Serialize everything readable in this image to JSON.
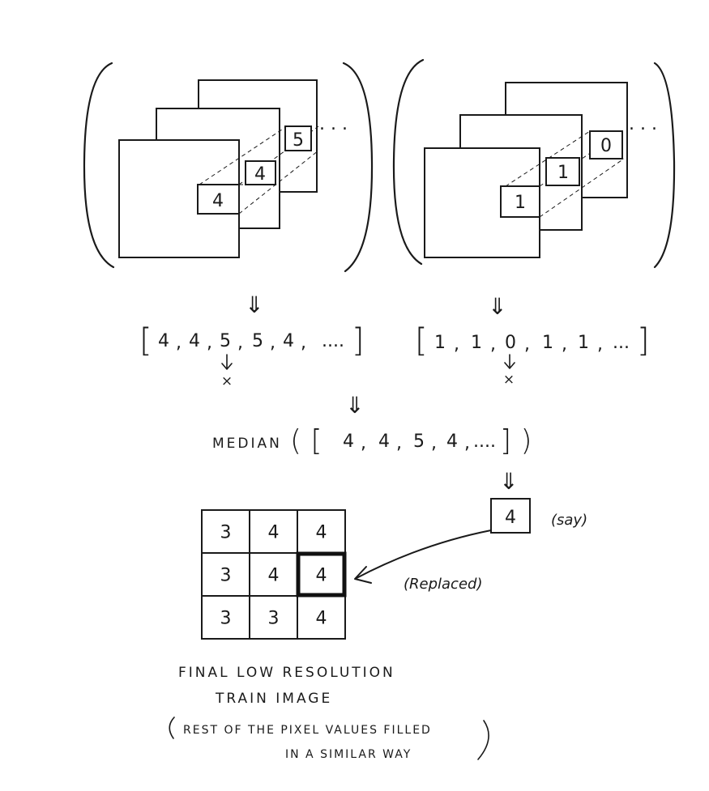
{
  "left_stack": {
    "front_value": "4",
    "middle_value": "4",
    "back_value": "5",
    "continuation": ". . ."
  },
  "right_stack": {
    "front_value": "1",
    "middle_value": "1",
    "back_value": "0",
    "continuation": ". . ."
  },
  "arrow_symbol": "⇓",
  "left_list": {
    "open": "[",
    "items": [
      "4",
      "4",
      "5",
      "5",
      "4"
    ],
    "tail": "....",
    "close": "]"
  },
  "right_list": {
    "open": "[",
    "items": [
      "1",
      "1",
      "0",
      "1",
      "1"
    ],
    "tail": "...",
    "close": "]"
  },
  "excluded_mark": "×",
  "median": {
    "label": "MEDIAN",
    "open": "( [",
    "items": [
      "4",
      "4",
      "5",
      "4"
    ],
    "tail": "....",
    "close": "] )"
  },
  "result": {
    "value": "4",
    "note": "(say)"
  },
  "grid": {
    "rows": [
      [
        "3",
        "4",
        "4"
      ],
      [
        "3",
        "4",
        "4"
      ],
      [
        "3",
        "3",
        "4"
      ]
    ],
    "highlight": [
      1,
      2
    ]
  },
  "replaced_label": "(Replaced)",
  "caption": {
    "line1": "FINAL LOW RESOLUTION",
    "line2": "TRAIN IMAGE",
    "note1": "REST OF THE PIXEL VALUES FILLED",
    "note2": "IN A SIMILAR WAY"
  }
}
